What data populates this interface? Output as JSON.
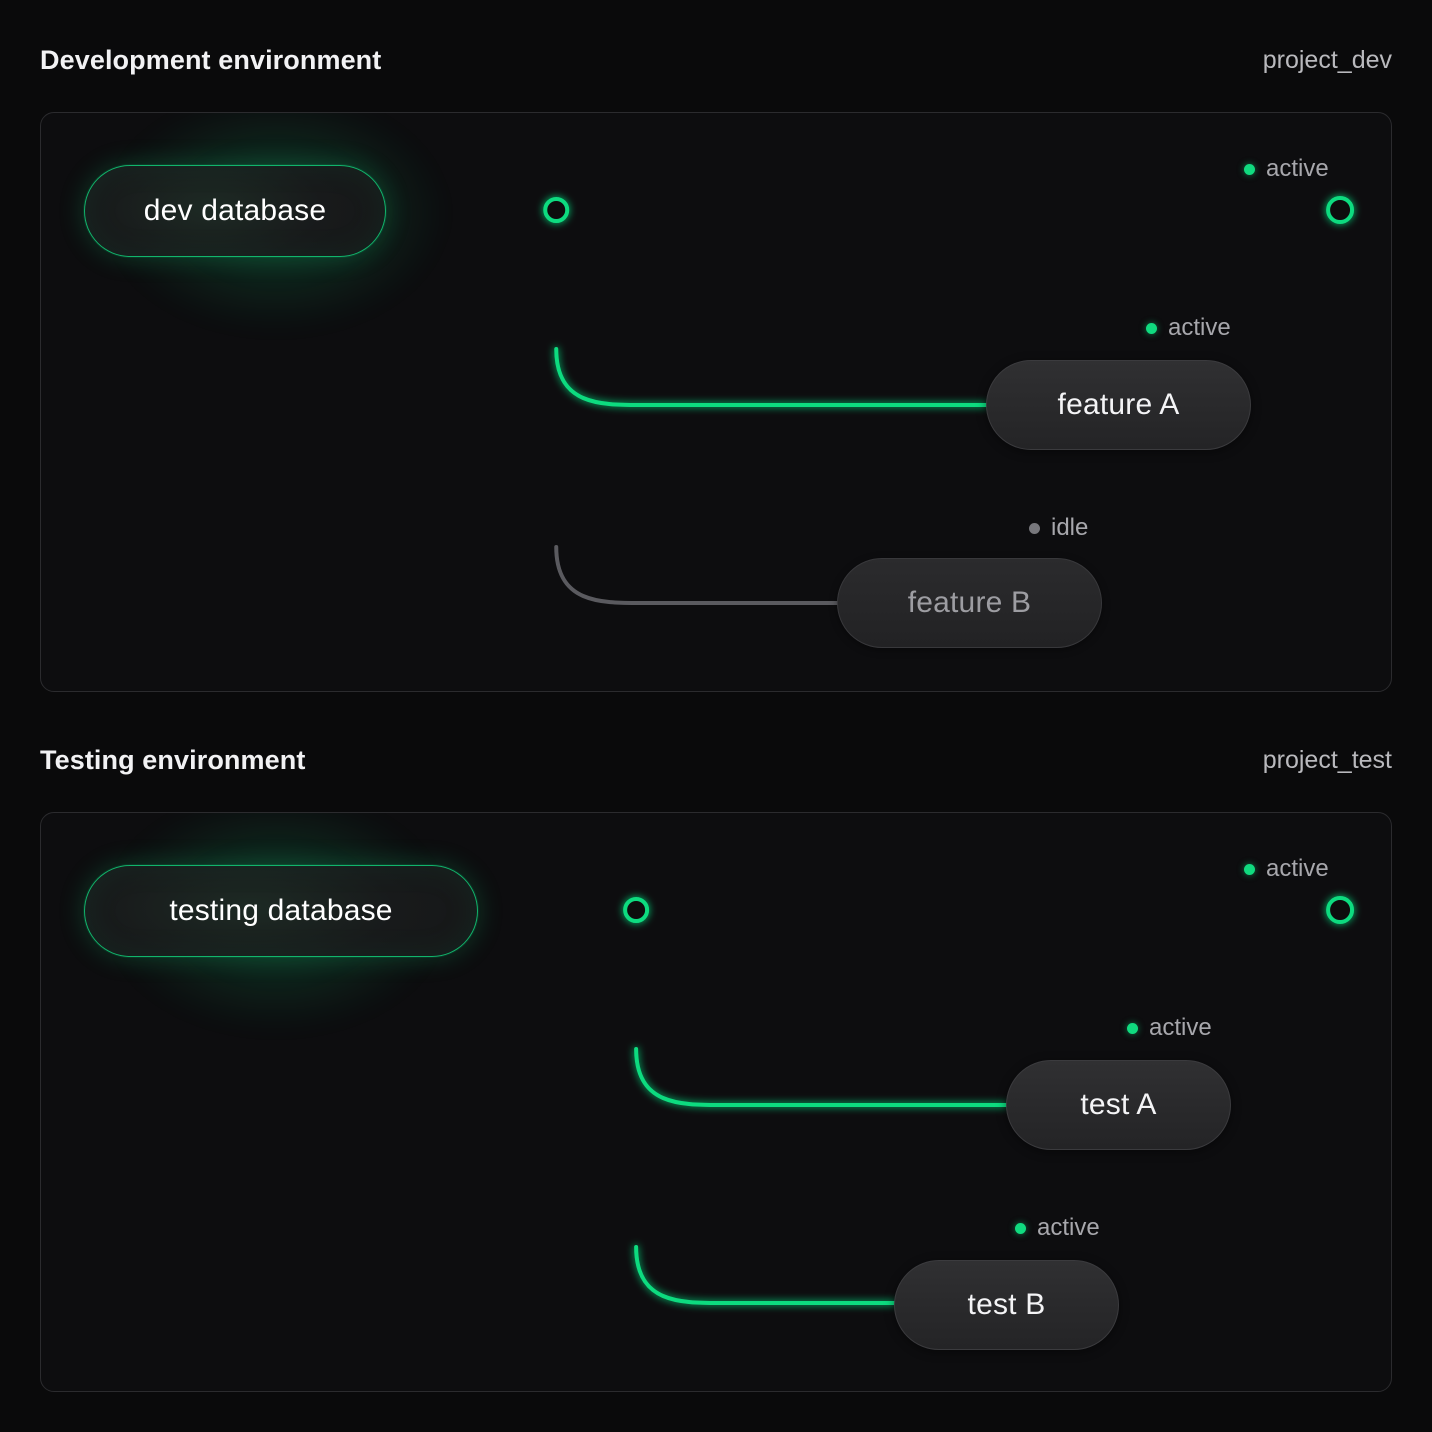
{
  "page": {
    "background": "#0a0a0b",
    "accent_green": "#10db7f",
    "idle_grey": "#77777c"
  },
  "sections": [
    {
      "id": "dev",
      "title": "Development environment",
      "project": "project_dev",
      "database": {
        "label": "dev database",
        "status": "active"
      },
      "trunk_endpoint": {
        "status": "active",
        "status_label": "active"
      },
      "services": [
        {
          "label": "feature A",
          "status": "active",
          "status_label": "active"
        },
        {
          "label": "feature B",
          "status": "idle",
          "status_label": "idle"
        }
      ]
    },
    {
      "id": "test",
      "title": "Testing environment",
      "project": "project_test",
      "database": {
        "label": "testing database",
        "status": "active"
      },
      "trunk_endpoint": {
        "status": "active",
        "status_label": "active"
      },
      "services": [
        {
          "label": "test A",
          "status": "active",
          "status_label": "active"
        },
        {
          "label": "test B",
          "status": "active",
          "status_label": "active"
        }
      ]
    }
  ]
}
